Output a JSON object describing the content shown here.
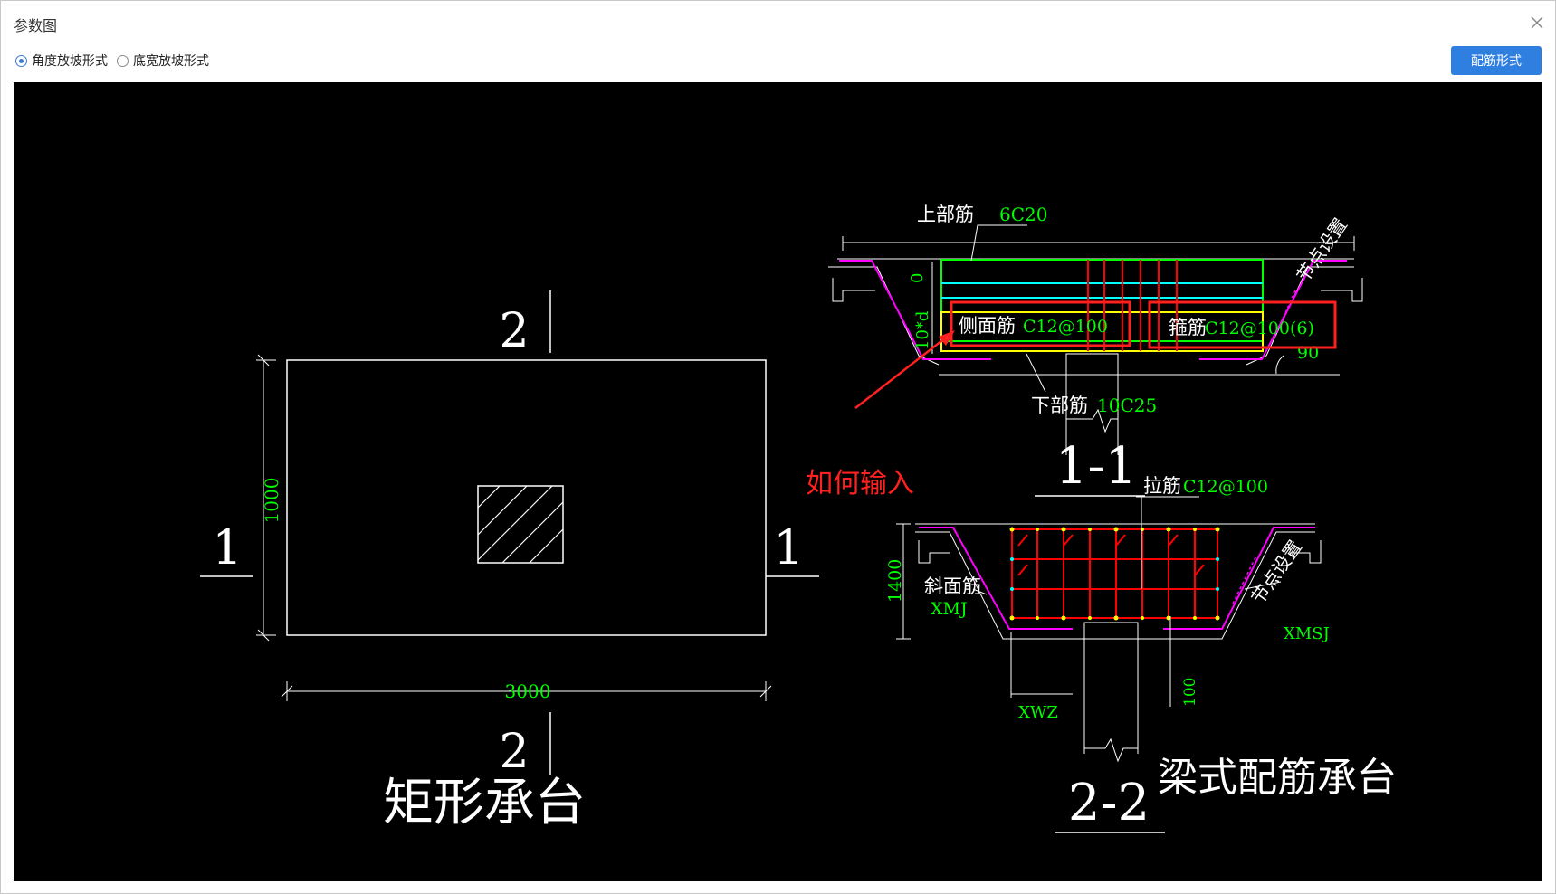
{
  "window": {
    "title": "参数图"
  },
  "options": [
    {
      "label": "角度放坡形式",
      "checked": true
    },
    {
      "label": "底宽放坡形式",
      "checked": false
    }
  ],
  "toolbar": {
    "rebar_button": "配筋形式"
  },
  "drawing": {
    "plan": {
      "caption": "矩形承台",
      "dim_width": "3000",
      "dim_height": "1000",
      "section1_left": "1",
      "section1_right": "1",
      "section2_top": "2",
      "section2_bottom": "2"
    },
    "section_1_1": {
      "title": "1-1",
      "top_bar_label": "上部筋",
      "top_bar_value": "6C20",
      "side_bar_label": "侧面筋",
      "side_bar_value": "C12@100",
      "stirrup_label": "箍筋",
      "stirrup_value": "C12@100(6)",
      "bottom_bar_label": "下部筋",
      "bottom_bar_value": "10C25",
      "node_setting": "节点设置",
      "angle": "90",
      "dim_zero": "0",
      "dim_anchor": "10*d"
    },
    "section_2_2": {
      "title": "2-2",
      "caption": "梁式配筋承台",
      "tie_bar_label": "拉筋",
      "tie_bar_value": "C12@100",
      "slope_bar_label": "斜面筋",
      "slope_bar_value": "XMJ",
      "slope_right": "XMSJ",
      "node_setting": "节点设置",
      "dim_height": "1400",
      "dim_100": "100",
      "dim_xwz": "XWZ"
    },
    "annotation": {
      "question": "如何输入"
    },
    "colors": {
      "white": "#ffffff",
      "green": "#00ff00",
      "dim_green": "#00cc00",
      "cyan": "#00ffff",
      "yellow": "#ffff00",
      "magenta": "#ff00ff",
      "red": "#ff0000",
      "annotation_red": "#ff2020"
    }
  }
}
